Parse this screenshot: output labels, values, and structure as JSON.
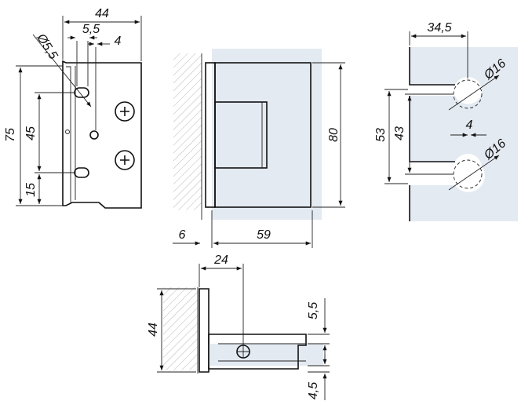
{
  "colors": {
    "glass": "#e4eaf2",
    "line": "#111111",
    "hatch": "#999999"
  },
  "views": {
    "side": {
      "width": "44",
      "hole_diameter": "Ø5,5",
      "offset_a": "5,5",
      "offset_b": "4",
      "height": "75",
      "hole_spacing": "45",
      "bottom_offset": "15"
    },
    "front": {
      "height": "80",
      "wall_gap": "6",
      "width": "59"
    },
    "glass_cutout": {
      "depth": "34,5",
      "diameter_top": "Ø16",
      "diameter_bottom": "Ø16",
      "overall": "53",
      "spacing": "43",
      "edge_gap": "4"
    },
    "top_view": {
      "depth": "24",
      "height": "44",
      "clamp_top": "5,5",
      "clamp_bottom": "4,5"
    }
  }
}
